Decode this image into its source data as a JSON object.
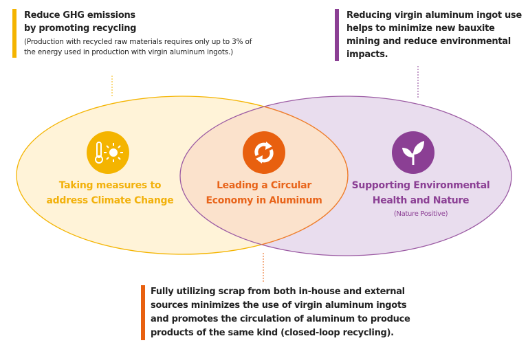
{
  "colors": {
    "yellow": "#f4b400",
    "purple": "#8b3f94",
    "orange": "#e8600f"
  },
  "notes": {
    "top_left": {
      "title_line1": "Reduce GHG emissions",
      "title_line2": "by promoting recycling",
      "detail": "(Production with recycled raw materials requires only up to 3% of the energy used in production with virgin aluminum ingots.)"
    },
    "top_right": {
      "title": "Reducing virgin aluminum ingot use helps to minimize new bauxite mining and reduce environmental impacts."
    },
    "bottom": {
      "title": "Fully utilizing scrap from both in-house and external sources minimizes the use of virgin aluminum ingots and promotes the circulation of aluminum to produce products of the same kind (closed-loop recycling)."
    }
  },
  "circles": {
    "climate": {
      "line1": "Taking measures to",
      "line2": "address Climate Change",
      "icon": "thermometer-sun-icon"
    },
    "circular": {
      "line1": "Leading a Circular",
      "line2": "Economy in Aluminum",
      "icon": "recycle-arrows-icon"
    },
    "nature": {
      "line1": "Supporting Environmental",
      "line2": "Health and Nature",
      "sub": "(Nature Positive)",
      "icon": "leaf-sprout-icon"
    }
  }
}
